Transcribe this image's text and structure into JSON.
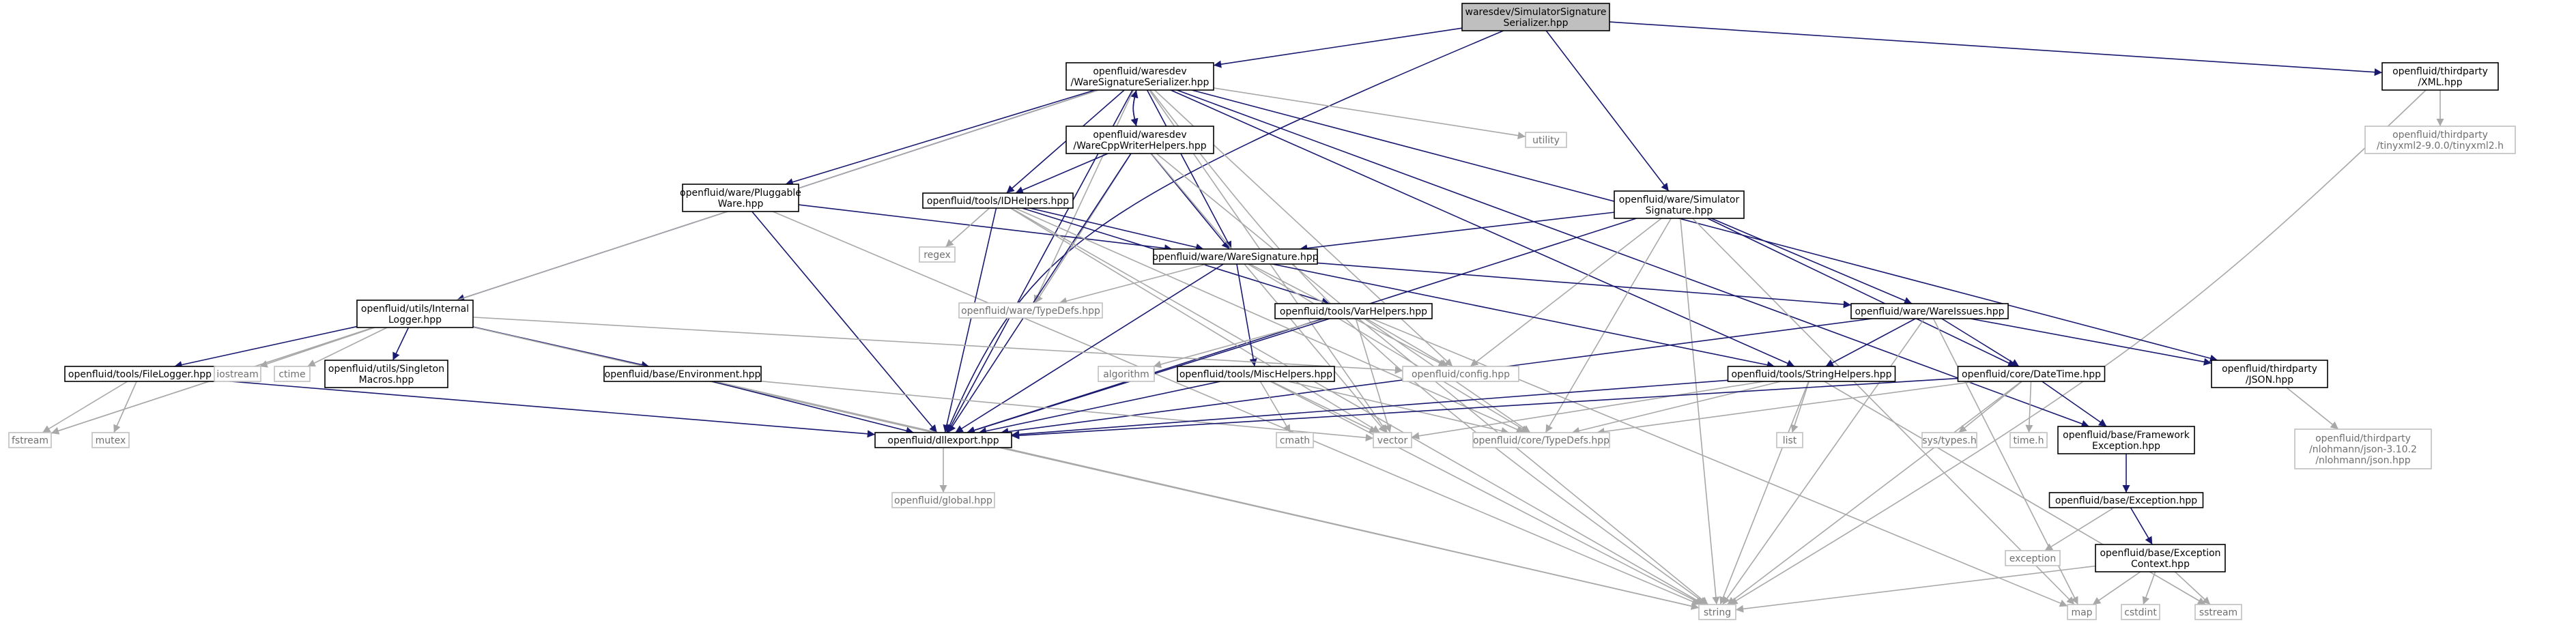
{
  "colors": {
    "edge": "#191970",
    "edge_system": "#a8a8a8",
    "root_fill": "#bfbfbf",
    "node_border": "#000000",
    "system_border": "#bfbfbf"
  },
  "nodes": {
    "root": [
      "waresdev/SimulatorSignature",
      "Serializer.hpp"
    ],
    "wss": [
      "openfluid/waresdev",
      "/WareSignatureSerializer.hpp"
    ],
    "xml": [
      "openfluid/thirdparty",
      "/XML.hpp"
    ],
    "tinyxml": [
      "openfluid/thirdparty",
      "/tinyxml2-9.0.0/tinyxml2.h"
    ],
    "utility": [
      "utility"
    ],
    "wcpp": [
      "openfluid/waresdev",
      "/WareCppWriterHelpers.hpp"
    ],
    "simsig": [
      "openfluid/ware/Simulator",
      "Signature.hpp"
    ],
    "pluggable": [
      "openfluid/ware/Pluggable",
      "Ware.hpp"
    ],
    "idhelpers": [
      "openfluid/tools/IDHelpers.hpp"
    ],
    "regex": [
      "regex"
    ],
    "waresig": [
      "openfluid/ware/WareSignature.hpp"
    ],
    "typedefsware": [
      "openfluid/ware/TypeDefs.hpp"
    ],
    "logger": [
      "openfluid/utils/Internal",
      "Logger.hpp"
    ],
    "varhelpers": [
      "openfluid/tools/VarHelpers.hpp"
    ],
    "wareissues": [
      "openfluid/ware/WareIssues.hpp"
    ],
    "filelogger": [
      "openfluid/tools/FileLogger.hpp"
    ],
    "iostream": [
      "iostream"
    ],
    "ctime": [
      "ctime"
    ],
    "singleton": [
      "openfluid/utils/Singleton",
      "Macros.hpp"
    ],
    "environment": [
      "openfluid/base/Environment.hpp"
    ],
    "algorithm": [
      "algorithm"
    ],
    "config": [
      "openfluid/config.hpp"
    ],
    "stringhelpers": [
      "openfluid/tools/StringHelpers.hpp"
    ],
    "datetime": [
      "openfluid/core/DateTime.hpp"
    ],
    "json": [
      "openfluid/thirdparty",
      "/JSON.hpp"
    ],
    "mischelpers": [
      "openfluid/tools/MiscHelpers.hpp"
    ],
    "fstream": [
      "fstream"
    ],
    "mutex": [
      "mutex"
    ],
    "dllexport": [
      "openfluid/dllexport.hpp"
    ],
    "cmath": [
      "cmath"
    ],
    "vector": [
      "vector"
    ],
    "typedefscore": [
      "openfluid/core/TypeDefs.hpp"
    ],
    "list": [
      "list"
    ],
    "systypes": [
      "sys/types.h"
    ],
    "timeh": [
      "time.h"
    ],
    "fwexception": [
      "openfluid/base/Framework",
      "Exception.hpp"
    ],
    "nlohmann": [
      "openfluid/thirdparty",
      "/nlohmann/json-3.10.2",
      "/nlohmann/json.hpp"
    ],
    "global": [
      "openfluid/global.hpp"
    ],
    "baseexception": [
      "openfluid/base/Exception.hpp"
    ],
    "exception": [
      "exception"
    ],
    "exceptionctx": [
      "openfluid/base/Exception",
      "Context.hpp"
    ],
    "string": [
      "string"
    ],
    "map": [
      "map"
    ],
    "cstdint": [
      "cstdint"
    ],
    "sstream": [
      "sstream"
    ]
  }
}
